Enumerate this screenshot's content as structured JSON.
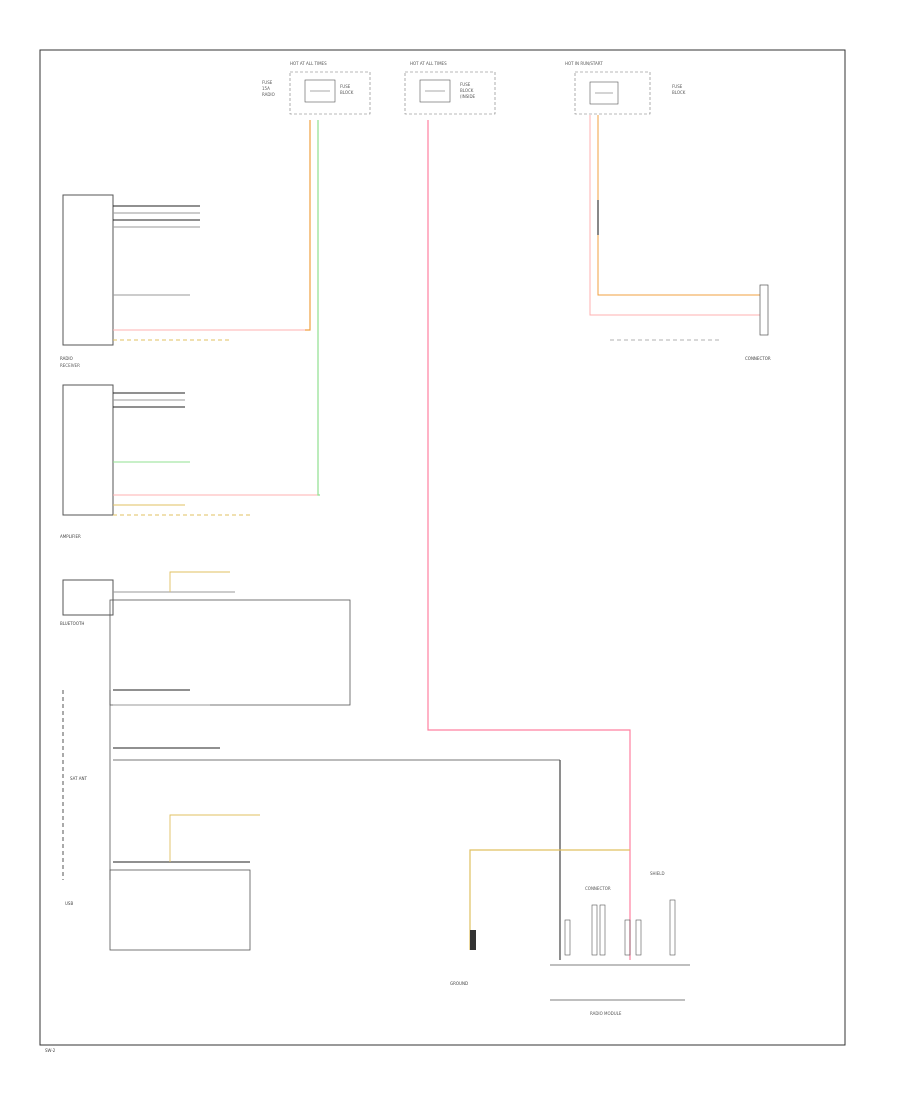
{
  "colors": {
    "border": "#333333",
    "box": "#555555",
    "wire_black": "#222222",
    "wire_orange": "#f0a040",
    "wire_green": "#90e090",
    "wire_pink": "#ff80a0",
    "wire_light_pink": "#ffb0b0",
    "wire_yellow": "#e0c060",
    "wire_gray": "#999999"
  },
  "fuse_blocks": [
    {
      "id": "fuse-left",
      "header": "HOT AT ALL TIMES"
    },
    {
      "id": "fuse-mid",
      "header": "HOT AT ALL TIMES"
    },
    {
      "id": "fuse-right",
      "header": "HOT IN RUN/START"
    }
  ],
  "left_modules": [
    {
      "id": "radio-module",
      "label": "RADIO"
    },
    {
      "id": "amplifier",
      "label": "AMPLIFIER"
    },
    {
      "id": "bluetooth-module",
      "label": "BLUETOOTH"
    },
    {
      "id": "satellite-antenna",
      "label": "SAT ANT"
    },
    {
      "id": "usb-module",
      "label": "USB"
    }
  ],
  "right_components": [
    {
      "id": "rear-connector",
      "label": "CONNECTOR"
    },
    {
      "id": "ground-point",
      "label": "GROUND"
    }
  ],
  "page_id": "SW-2"
}
